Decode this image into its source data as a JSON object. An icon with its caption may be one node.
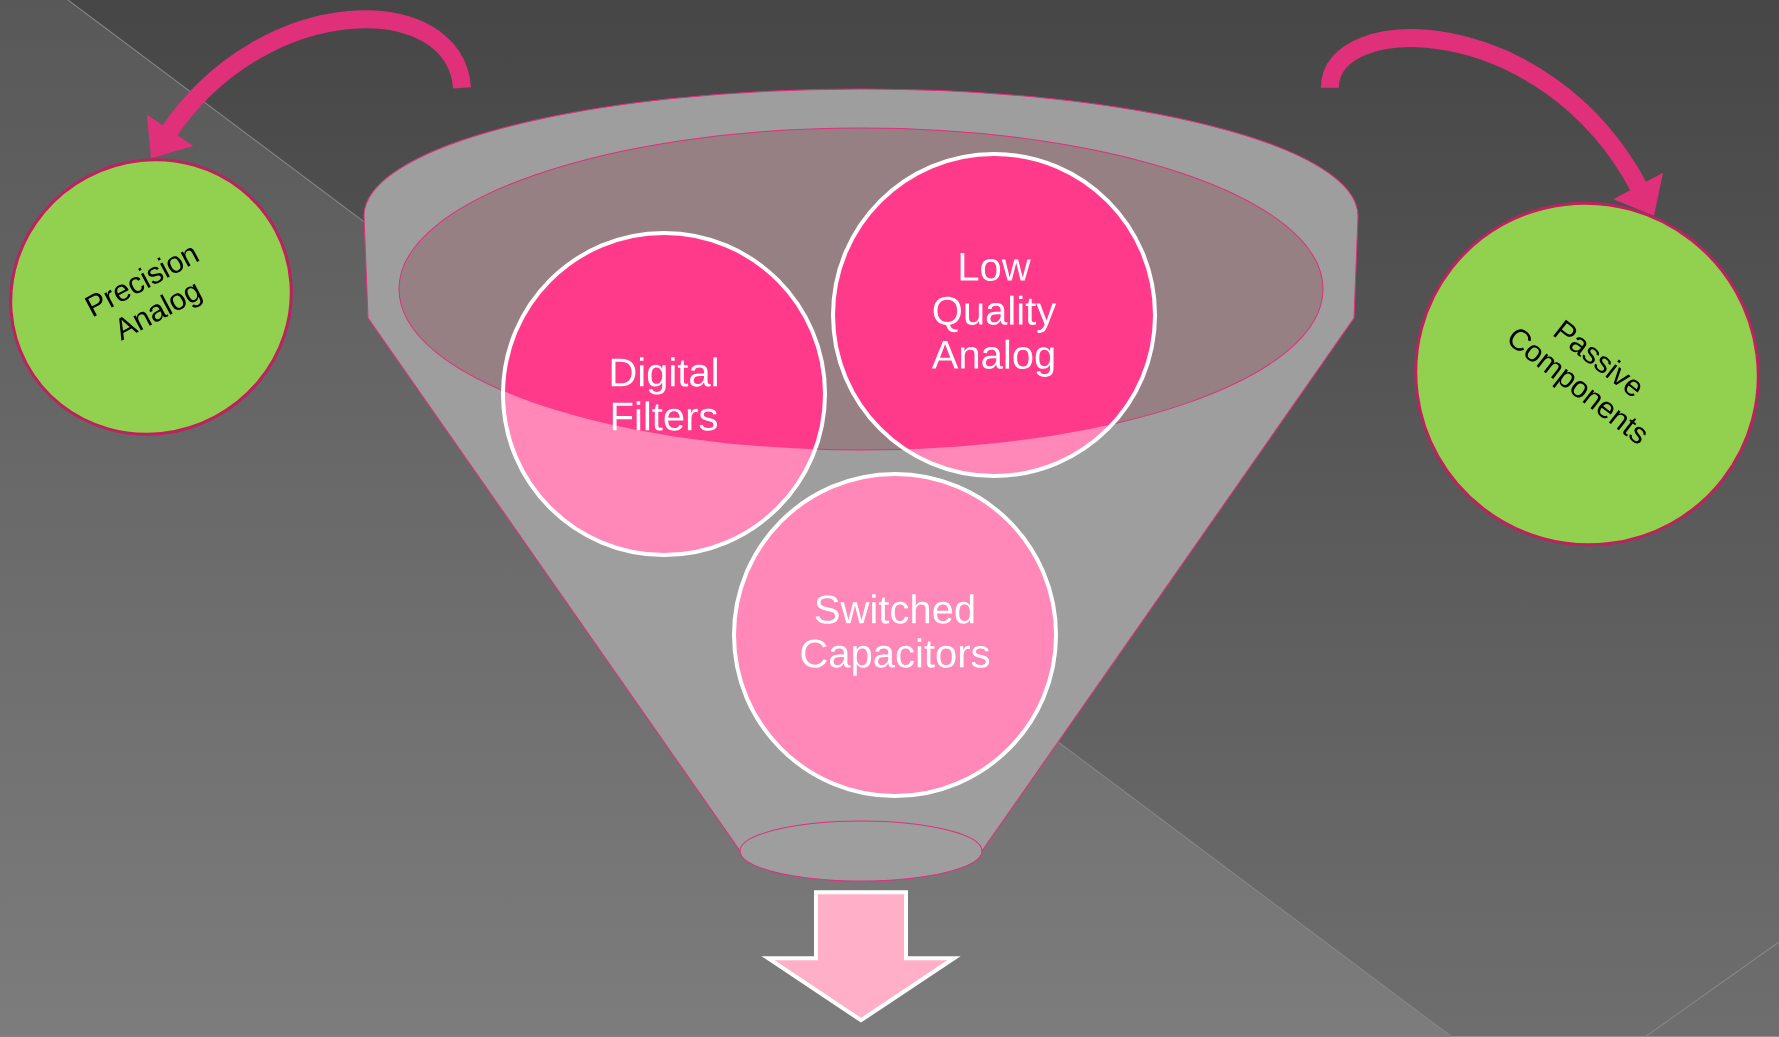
{
  "diagram": {
    "nodes": [
      {
        "text": [
          "Precision Analog"
        ]
      },
      {
        "text": [],
        "shape": "funnel"
      },
      {
        "text": [
          "Digital Filters"
        ],
        "in": 1
      },
      {
        "text": [
          "Low Quality Analog"
        ],
        "in": 1
      },
      {
        "text": [
          "Switched Capacitors"
        ],
        "in": 1
      },
      {
        "text": [
          "Passive Components"
        ]
      }
    ],
    "edges": [
      {
        "from": 1,
        "to": 0,
        "arrow": "to"
      },
      {
        "from": 1,
        "to": 5,
        "arrow": "to"
      },
      {
        "from": 1,
        "to": null,
        "arrow": "to"
      }
    ]
  }
}
